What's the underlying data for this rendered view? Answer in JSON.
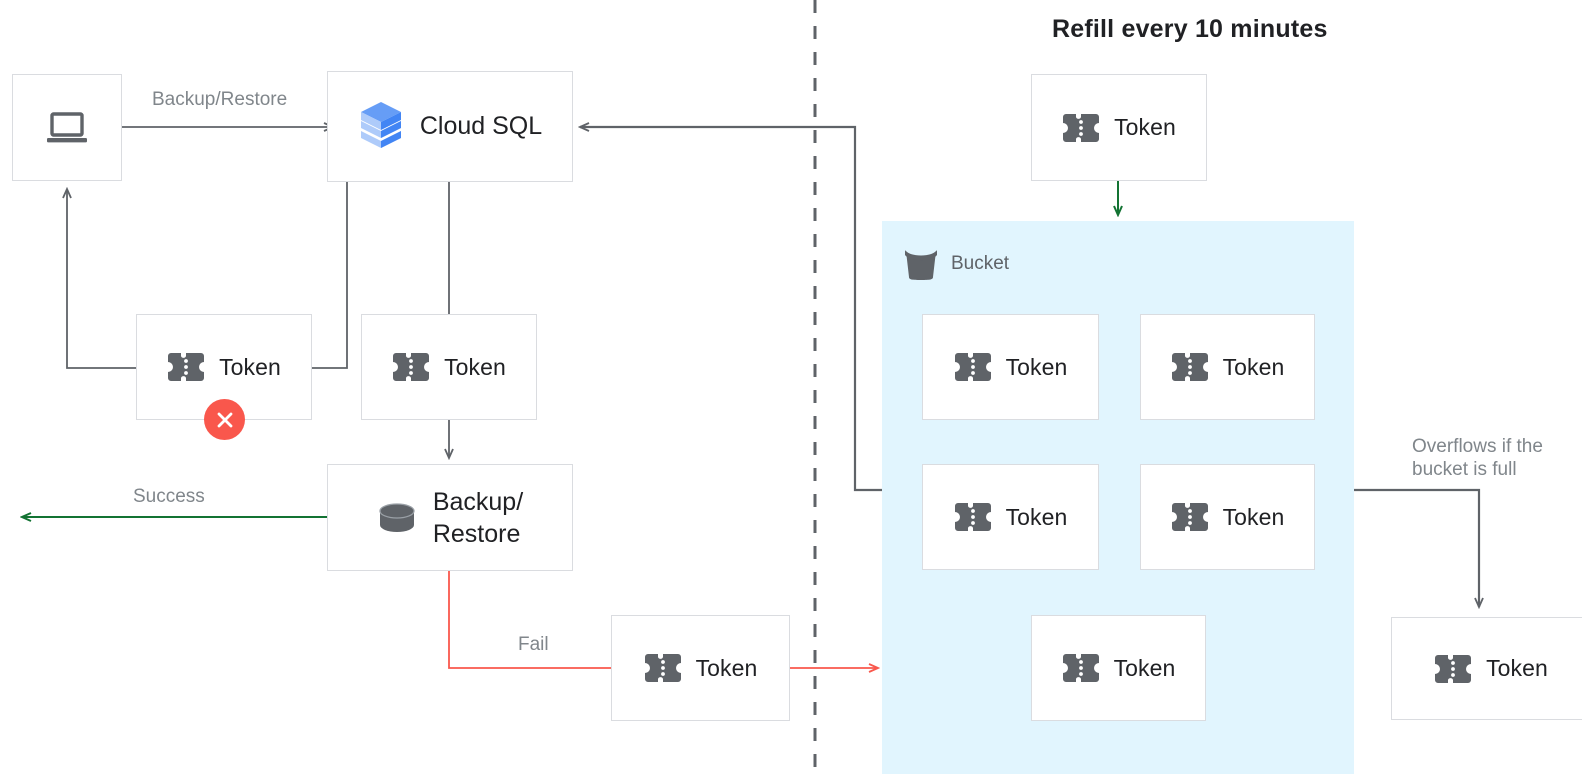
{
  "diagram": {
    "title": "Refill every 10 minutes",
    "labels": {
      "backup_restore_edge": "Backup/Restore",
      "success": "Success",
      "fail": "Fail",
      "overflow_line1": "Overflows if the",
      "overflow_line2": "bucket is full"
    },
    "nodes": {
      "client": {
        "icon": "laptop-icon"
      },
      "cloud_sql": {
        "label": "Cloud SQL",
        "icon": "cloud-sql-icon"
      },
      "backup_restore": {
        "label_line1": "Backup/",
        "label_line2": "Restore",
        "icon": "database-icon"
      },
      "token_label": "Token",
      "bucket": {
        "label": "Bucket",
        "icon": "bucket-icon"
      },
      "error_badge": {
        "icon": "close-circle-icon"
      }
    },
    "tokens": {
      "failed_left": "Token",
      "cloud_sql_child": "Token",
      "fail_path": "Token",
      "refill": "Token",
      "overflow": "Token",
      "bucket_items": [
        "Token",
        "Token",
        "Token",
        "Token",
        "Token"
      ]
    },
    "colors": {
      "edge_default": "#5f6368",
      "edge_success": "#137333",
      "edge_fail": "#f9574c",
      "edge_refill": "#137333",
      "bucket_fill": "#e1f5fe",
      "error": "#f9574c",
      "box_border": "#dadce0",
      "muted_text": "#80868b"
    }
  }
}
